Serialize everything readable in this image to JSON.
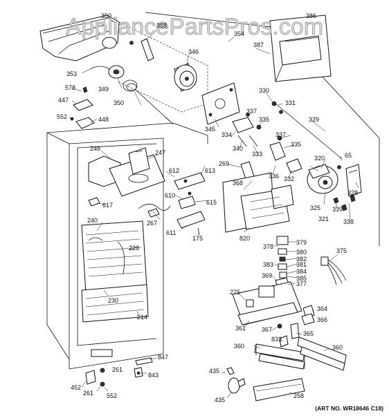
{
  "watermark": "AppliancePartsPros.com",
  "art_number": "(ART NO. WR18646 C18)",
  "callouts": {
    "c350a": "350",
    "c388": "388",
    "c354": "354",
    "c386": "386",
    "c387": "387",
    "c346": "346",
    "c353": "353",
    "c349": "349",
    "c578": "578",
    "c350": "350",
    "c447": "447",
    "c552a": "552",
    "c448": "448",
    "c345": "345",
    "c330": "330",
    "c331": "331",
    "c337a": "337",
    "c335a": "335",
    "c334": "334",
    "c340": "340",
    "c333": "333",
    "c329": "329",
    "c337b": "337",
    "c335b": "335",
    "c320": "320",
    "c65": "65",
    "c248": "248",
    "c247": "247",
    "c612": "612",
    "c613": "613",
    "c269": "269",
    "c336": "336",
    "c332": "332",
    "c368": "368",
    "c328": "328",
    "c617": "617",
    "c610": "610",
    "c615": "615",
    "c325": "325",
    "c339": "339",
    "c321": "321",
    "c338": "338",
    "c267": "267",
    "c240": "240",
    "c611": "611",
    "c175": "175",
    "c820": "820",
    "c228": "228",
    "c379": "379",
    "c378": "378",
    "c380": "380",
    "c382": "382",
    "c375": "375",
    "c383": "383",
    "c381": "381",
    "c384": "384",
    "c385": "385",
    "c369": "369",
    "c377": "377",
    "c275": "275",
    "c230": "230",
    "c214": "214",
    "c364": "364",
    "c366": "366",
    "c361": "361",
    "c367": "367",
    "c365": "365",
    "c833": "833",
    "c360a": "360",
    "c360b": "360",
    "c847": "847",
    "c261a": "261",
    "c843": "843",
    "c452": "452",
    "c261b": "261",
    "c552b": "552",
    "c435a": "435",
    "c258": "258",
    "c435b": "435"
  }
}
